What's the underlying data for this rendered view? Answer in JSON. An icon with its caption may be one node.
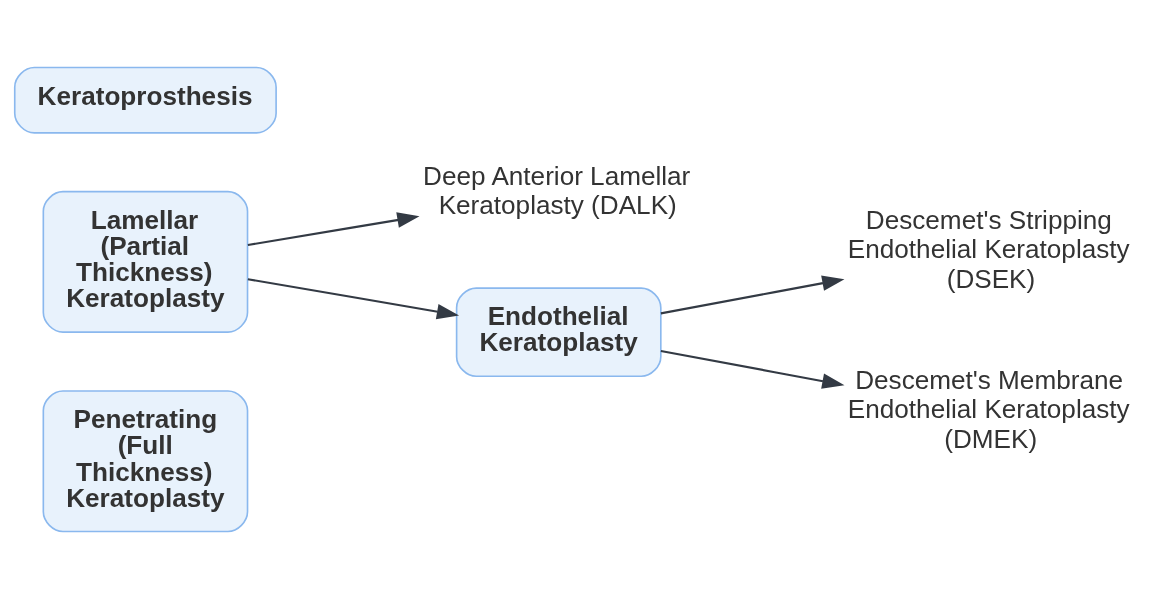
{
  "diagram": {
    "nodes": [
      {
        "text": [
          "Penetrating (Full Thickness) Keratoplasty"
        ]
      },
      {
        "text": [
          "Lamellar (Partial Thickness) Keratoplasty"
        ]
      },
      {
        "text": [
          "Deep Anterior Lamellar Keratoplasty (DALK)"
        ]
      },
      {
        "text": [
          "Endothelial Keratoplasty"
        ]
      },
      {
        "text": [
          "Descemet's Stripping Endothelial Keratoplasty (DSEK)"
        ]
      },
      {
        "text": [
          "Descemet's Membrane Endothelial Keratoplasty (DMEK)"
        ]
      },
      {
        "text": [
          "Keratoprosthesis"
        ]
      }
    ],
    "edges": [
      {
        "from": 1,
        "to": 2,
        "arrow": "to"
      },
      {
        "from": 1,
        "to": 3,
        "arrow": "to"
      },
      {
        "from": 3,
        "to": 4,
        "arrow": "to"
      },
      {
        "from": 3,
        "to": 5,
        "arrow": "to"
      }
    ]
  }
}
